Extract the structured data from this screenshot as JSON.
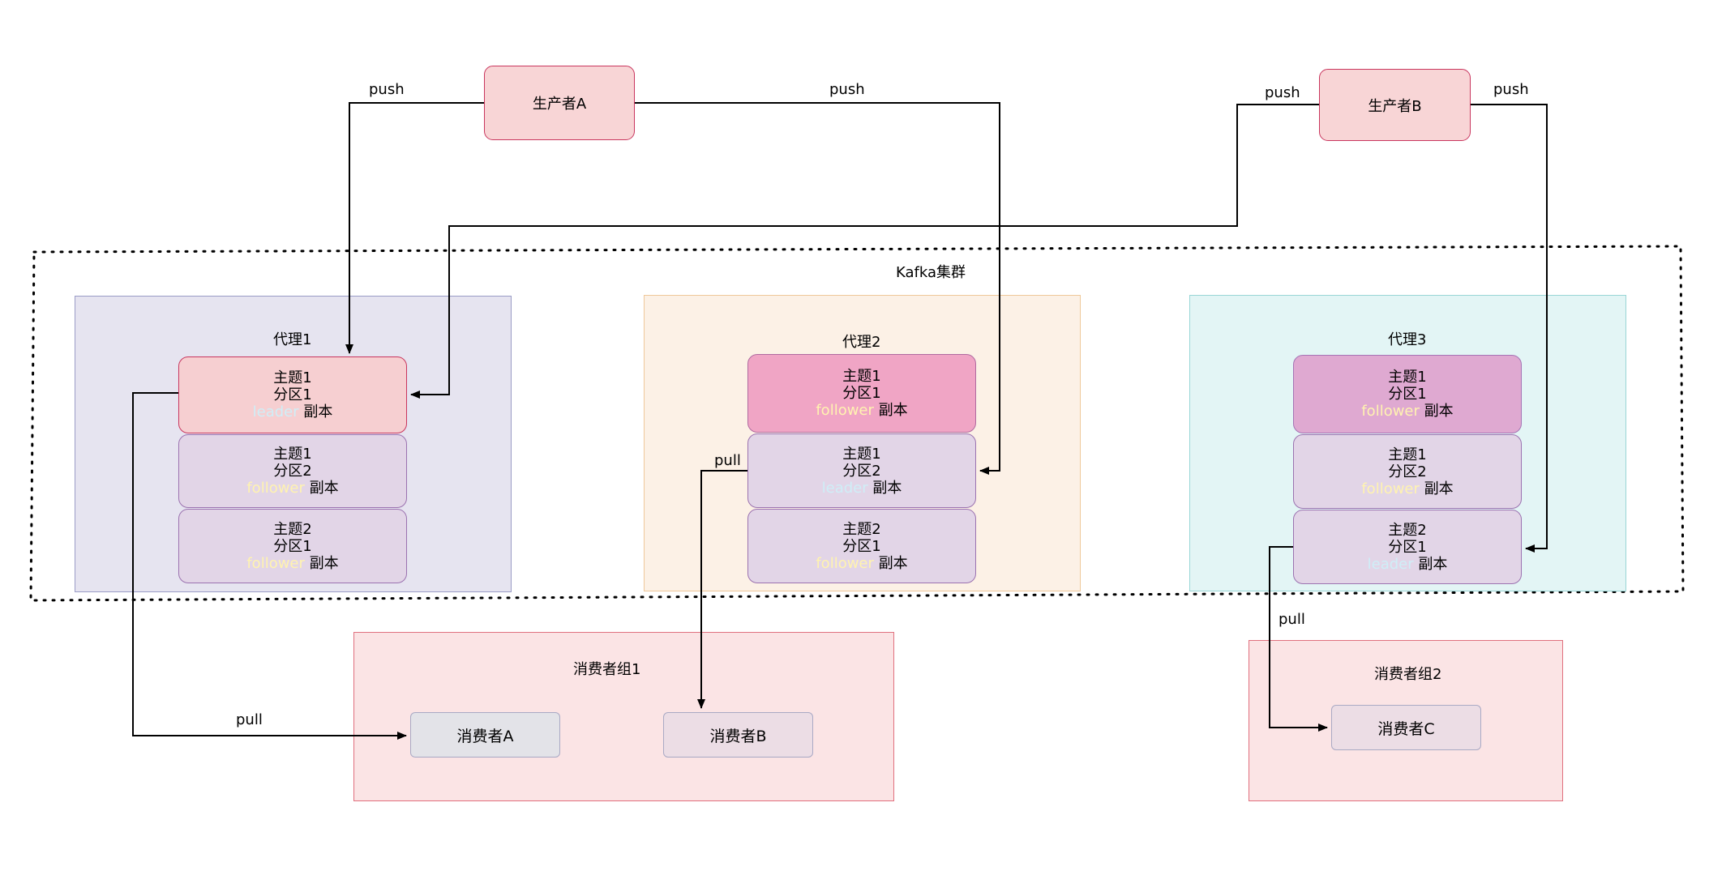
{
  "cluster": {
    "title": "Kafka集群"
  },
  "producers": {
    "a": "生产者A",
    "b": "生产者B"
  },
  "brokers": [
    {
      "title": "代理1",
      "cells": [
        {
          "topic": "主题1",
          "partition": "分区1",
          "role": "leader",
          "replica": "副本"
        },
        {
          "topic": "主题1",
          "partition": "分区2",
          "role": "follower",
          "replica": "副本"
        },
        {
          "topic": "主题2",
          "partition": "分区1",
          "role": "follower",
          "replica": "副本"
        }
      ]
    },
    {
      "title": "代理2",
      "cells": [
        {
          "topic": "主题1",
          "partition": "分区1",
          "role": "follower",
          "replica": "副本"
        },
        {
          "topic": "主题1",
          "partition": "分区2",
          "role": "leader",
          "replica": "副本"
        },
        {
          "topic": "主题2",
          "partition": "分区1",
          "role": "follower",
          "replica": "副本"
        }
      ]
    },
    {
      "title": "代理3",
      "cells": [
        {
          "topic": "主题1",
          "partition": "分区1",
          "role": "follower",
          "replica": "副本"
        },
        {
          "topic": "主题1",
          "partition": "分区2",
          "role": "follower",
          "replica": "副本"
        },
        {
          "topic": "主题2",
          "partition": "分区1",
          "role": "leader",
          "replica": "副本"
        }
      ]
    }
  ],
  "consumer_groups": [
    {
      "title": "消费者组1",
      "consumers": [
        "消费者A",
        "消费者B"
      ]
    },
    {
      "title": "消费者组2",
      "consumers": [
        "消费者C"
      ]
    }
  ],
  "edge_labels": {
    "push_a_left": "push",
    "push_a_right": "push",
    "push_b_left": "push",
    "push_b_right": "push",
    "pull_1": "pull",
    "pull_2": "pull",
    "pull_3": "pull"
  },
  "colors": {
    "leader_text": "#cfeef7",
    "follower_text": "#fff3b0",
    "producer_fill": "#f8d5d6",
    "broker1_fill": "#e6e4f0",
    "broker2_fill": "#fcf1e6",
    "broker3_fill": "#e3f5f5",
    "cell_fill": "#e2d5e7"
  }
}
